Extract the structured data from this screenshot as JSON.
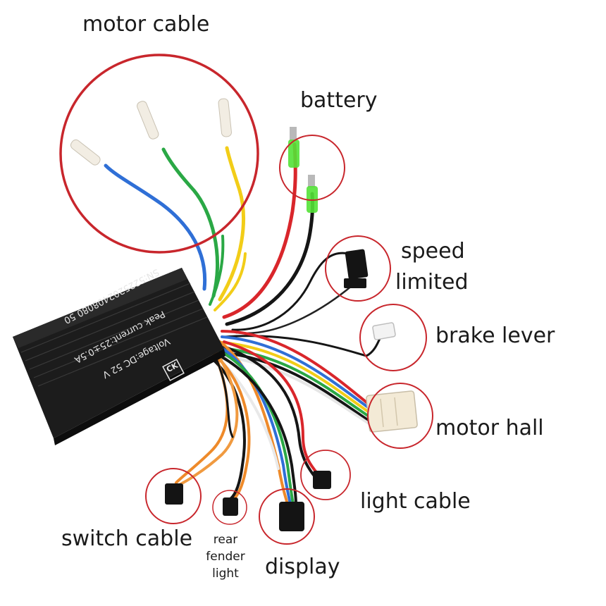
{
  "labels": {
    "motor_cable": "motor cable",
    "battery": "battery",
    "speed_limited": [
      "speed",
      "limited"
    ],
    "brake_lever": "brake lever",
    "motor_hall": "motor hall",
    "light_cable": "light cable",
    "switch_cable": "switch cable",
    "rear_fender_light": [
      "rear",
      "fender",
      "light"
    ],
    "display": "display"
  },
  "controller": {
    "sn": "SN:5225202408080 50",
    "peak_current": "Peak current:25±0.5A",
    "voltage": "Voltage:DC 52 V",
    "logo": "CK"
  },
  "colors": {
    "highlight_circle": "#c8262c",
    "controller_body": "#1c1c1c",
    "wire_blue": "#2f6fd6",
    "wire_green": "#2aa845",
    "wire_yellow": "#f2cd18",
    "wire_red": "#d9262b",
    "wire_black": "#151515",
    "wire_orange": "#ee8a2a",
    "connector_green": "#53e236"
  }
}
